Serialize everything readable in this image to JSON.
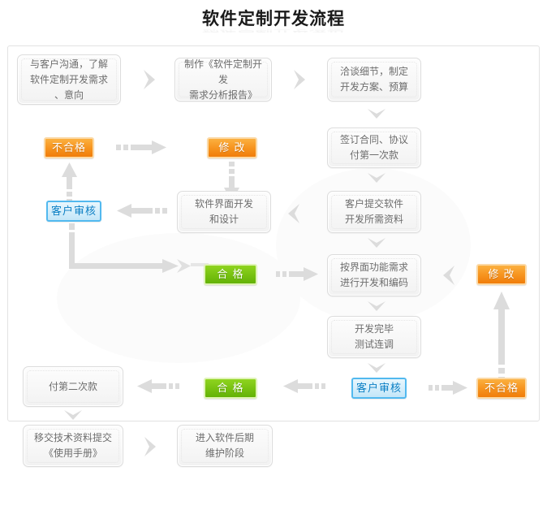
{
  "page": {
    "title": "软件定制开发流程",
    "reflection": "软件定制开发流程"
  },
  "colors": {
    "orange": "#f79520",
    "orange_border": "#fbd9a6",
    "green": "#79c312",
    "green_border": "#dff3b6",
    "blue_fill": "#d5eefb",
    "blue_border": "#52b9ef",
    "blue_text": "#0b7fc4",
    "box_text": "#6d6d6d",
    "box_border": "#dcdcdc",
    "arrow": "#d8d8d8",
    "frame_border": "#e2e2e2"
  },
  "flow": {
    "boxes": [
      {
        "id": "box-communicate",
        "label": "与客户沟通，了解\n软件定制开发需求\n、意向"
      },
      {
        "id": "box-requirement-doc",
        "label": "制作《软件定制开发\n需求分析报告》"
      },
      {
        "id": "box-negotiate",
        "label": "洽谈细节，制定\n开发方案、预算"
      },
      {
        "id": "box-contract",
        "label": "签订合同、协议\n付第一次款"
      },
      {
        "id": "box-submit-material",
        "label": "客户提交软件\n开发所需资料"
      },
      {
        "id": "box-ui-design",
        "label": "软件界面开发\n和设计"
      },
      {
        "id": "box-coding",
        "label": "按界面功能需求\n进行开发和编码"
      },
      {
        "id": "box-testing",
        "label": "开发完毕\n测试连调"
      },
      {
        "id": "box-second-payment",
        "label": "付第二次款"
      },
      {
        "id": "box-handover-docs",
        "label": "移交技术资料提交\n《使用手册》"
      },
      {
        "id": "box-maintenance",
        "label": "进入软件后期\n维护阶段"
      }
    ],
    "badges": [
      {
        "id": "badge-fail-ui",
        "label": "不合格",
        "type": "orange"
      },
      {
        "id": "badge-modify-ui",
        "label": "修  改",
        "type": "orange"
      },
      {
        "id": "badge-review-ui",
        "label": "客户审核",
        "type": "blue"
      },
      {
        "id": "badge-pass-ui",
        "label": "合  格",
        "type": "green"
      },
      {
        "id": "badge-modify-dev",
        "label": "修  改",
        "type": "orange"
      },
      {
        "id": "badge-fail-dev",
        "label": "不合格",
        "type": "orange"
      },
      {
        "id": "badge-review-dev",
        "label": "客户审核",
        "type": "blue"
      },
      {
        "id": "badge-pass-dev",
        "label": "合  格",
        "type": "green"
      }
    ],
    "connectors": [
      {
        "id": "chevron-communicate-to-doc",
        "kind": "chevron-right"
      },
      {
        "id": "chevron-doc-to-negotiate",
        "kind": "chevron-right"
      },
      {
        "id": "chevron-negotiate-to-contract",
        "kind": "chevron-down"
      },
      {
        "id": "chevron-contract-to-material",
        "kind": "chevron-down"
      },
      {
        "id": "chevron-material-to-coding",
        "kind": "chevron-down"
      },
      {
        "id": "chevron-material-to-uidesign",
        "kind": "chevron-left"
      },
      {
        "id": "arrow-fail-to-modify",
        "kind": "dashed-right"
      },
      {
        "id": "arrow-modify-to-uidesign",
        "kind": "dashed-down"
      },
      {
        "id": "arrow-uidesign-to-review",
        "kind": "dashed-left"
      },
      {
        "id": "arrow-review-to-fail",
        "kind": "dashed-up"
      },
      {
        "id": "connector-review-to-pass",
        "kind": "elbow-right"
      },
      {
        "id": "arrow-pass-to-coding",
        "kind": "dashed-right"
      },
      {
        "id": "chevron-coding-to-modify",
        "kind": "chevron-left"
      },
      {
        "id": "chevron-coding-to-testing",
        "kind": "chevron-down"
      },
      {
        "id": "chevron-testing-to-review2",
        "kind": "chevron-down"
      },
      {
        "id": "arrow-review2-to-fail2",
        "kind": "dashed-right"
      },
      {
        "id": "arrow-fail2-to-modify2",
        "kind": "long-up"
      },
      {
        "id": "arrow-review2-to-pass2",
        "kind": "dashed-left"
      },
      {
        "id": "arrow-pass2-to-payment",
        "kind": "dashed-left"
      },
      {
        "id": "chevron-payment-to-handover",
        "kind": "chevron-down"
      },
      {
        "id": "chevron-handover-to-maintenance",
        "kind": "chevron-right"
      }
    ]
  }
}
